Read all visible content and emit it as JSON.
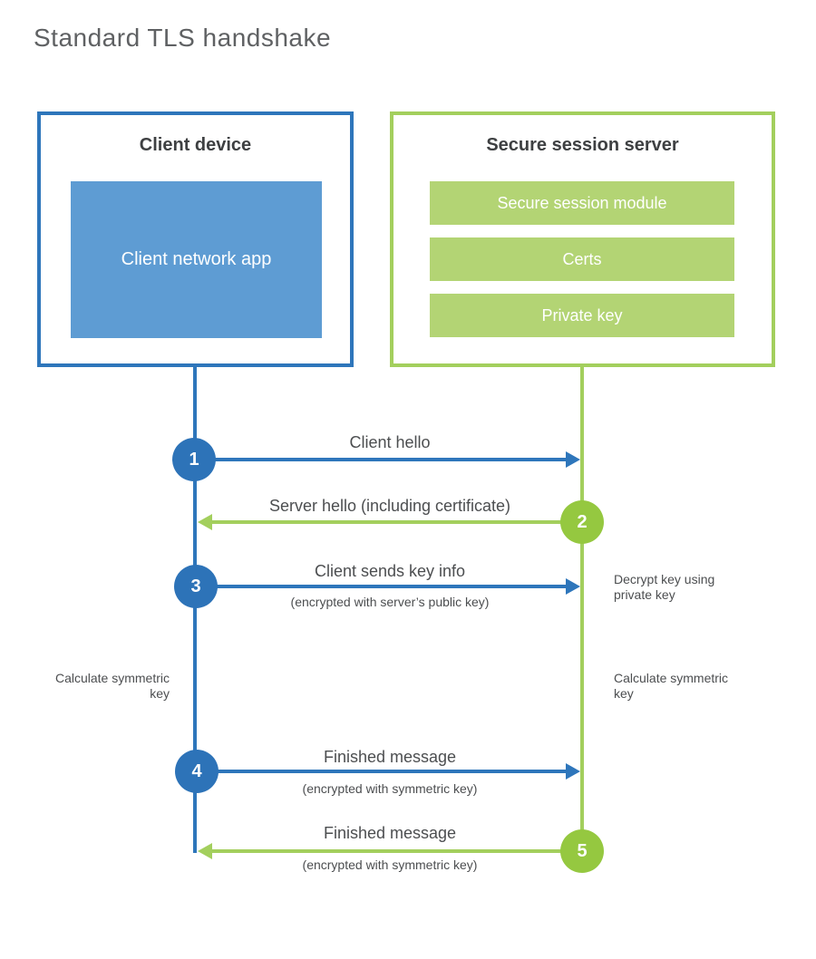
{
  "title": "Standard TLS handshake",
  "client_box": {
    "title": "Client device",
    "app": "Client network app"
  },
  "server_box": {
    "title": "Secure session server",
    "modules": [
      "Secure session module",
      "Certs",
      "Private key"
    ]
  },
  "steps": [
    {
      "num": "1",
      "label": "Client hello",
      "sub": "",
      "from": "client",
      "to": "server",
      "color": "blue"
    },
    {
      "num": "2",
      "label": "Server hello (including certificate)",
      "sub": "",
      "from": "server",
      "to": "client",
      "color": "green"
    },
    {
      "num": "3",
      "label": "Client sends key info",
      "sub": "(encrypted with server’s public key)",
      "from": "client",
      "to": "server",
      "color": "blue"
    },
    {
      "num": "4",
      "label": "Finished message",
      "sub": "(encrypted with symmetric key)",
      "from": "client",
      "to": "server",
      "color": "blue"
    },
    {
      "num": "5",
      "label": "Finished message",
      "sub": "(encrypted with symmetric key)",
      "from": "server",
      "to": "client",
      "color": "green"
    }
  ],
  "annotations": {
    "decrypt_key": "Decrypt key using private key",
    "calculate_left": "Calculate symmetric key",
    "calculate_right": "Calculate symmetric key"
  },
  "colors": {
    "blue": "#2e76bb",
    "blue_circle": "#2d73b8",
    "blue_fill": "#5e9cd3",
    "green": "#a3cf5d",
    "green_circle": "#95c840",
    "green_fill": "#b3d474",
    "heading_text": "#3e4042",
    "label_text": "#4c4e50",
    "title_text": "#5f6163"
  }
}
